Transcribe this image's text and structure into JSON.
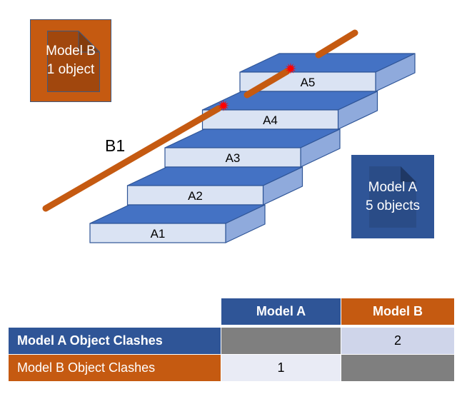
{
  "colors": {
    "model_a": "#2f5597",
    "model_b": "#c55a11",
    "slab_top": "#4472c4",
    "slab_front": "#dae3f3",
    "slab_side": "#8faadc",
    "slab_outline": "#2f5597",
    "rod": "#c55a11",
    "clash": "#ff0000",
    "matrix_disabled": "#7f7f7f",
    "matrix_value_light": "#e9ebf5",
    "matrix_value_mid": "#cfd5ea"
  },
  "model_b_box": {
    "icon": "document-icon",
    "line1": "Model B",
    "line2": "1 object"
  },
  "model_a_box": {
    "icon": "document-icon",
    "line1": "Model A",
    "line2": "5 objects"
  },
  "scene": {
    "rod_label": "B1",
    "slabs": [
      {
        "label": "A1",
        "clash": false
      },
      {
        "label": "A2",
        "clash": false
      },
      {
        "label": "A3",
        "clash": false
      },
      {
        "label": "A4",
        "clash": true
      },
      {
        "label": "A5",
        "clash": true
      }
    ],
    "clash_icon": "explosion-icon"
  },
  "matrix": {
    "columns": [
      "Model A",
      "Model B"
    ],
    "rows": [
      {
        "label": "Model A Object Clashes",
        "bold": true,
        "values": [
          null,
          "2"
        ]
      },
      {
        "label": "Model B Object Clashes",
        "bold": false,
        "values": [
          "1",
          null
        ]
      }
    ]
  }
}
